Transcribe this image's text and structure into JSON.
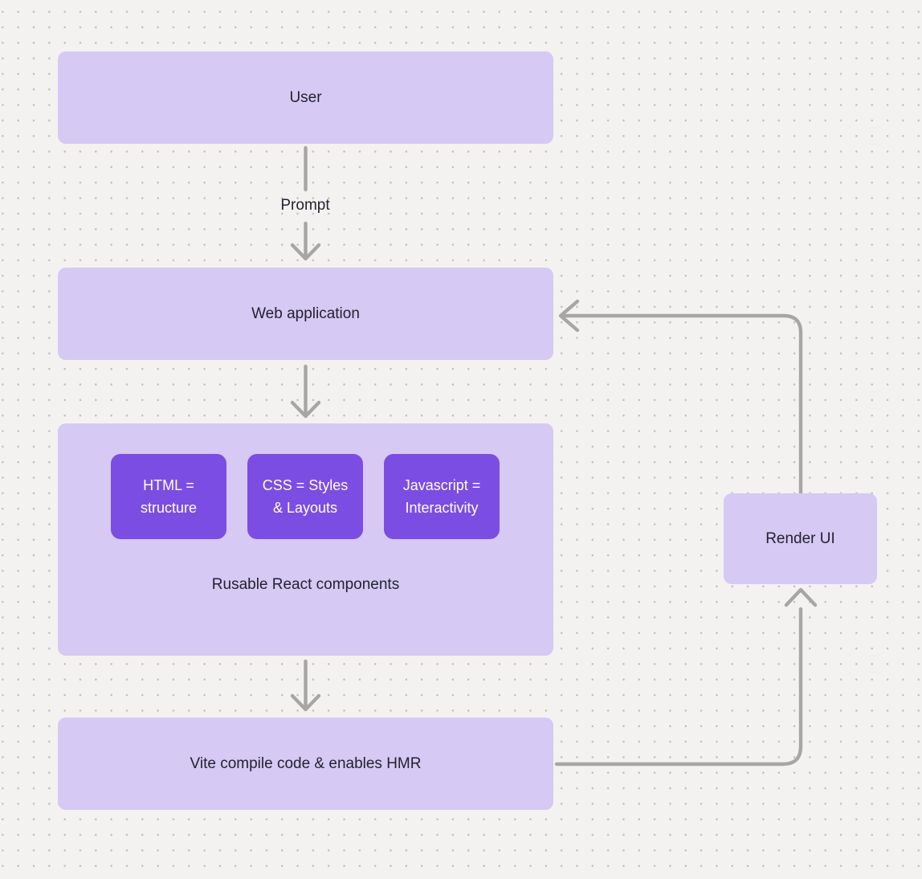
{
  "colors": {
    "background": "#f3f2f1",
    "dot_grid": "#c1bfbd",
    "node_light_purple": "#d6c9f4",
    "node_dark_purple": "#7c4de2",
    "connector_gray": "#a8a6a4",
    "text_dark": "#232230",
    "text_light": "#ffffff"
  },
  "nodes": {
    "user": {
      "label": "User"
    },
    "web_application": {
      "label": "Web application"
    },
    "components_group": {
      "caption": "Rusable React components",
      "children": [
        {
          "label": "HTML =\nstructure"
        },
        {
          "label": "CSS = Styles\n& Layouts"
        },
        {
          "label": "Javascript =\nInteractivity"
        }
      ]
    },
    "vite": {
      "label": "Vite compile code & enables HMR"
    },
    "render_ui": {
      "label": "Render UI"
    }
  },
  "edges": {
    "user_to_webapp_label": "Prompt"
  }
}
